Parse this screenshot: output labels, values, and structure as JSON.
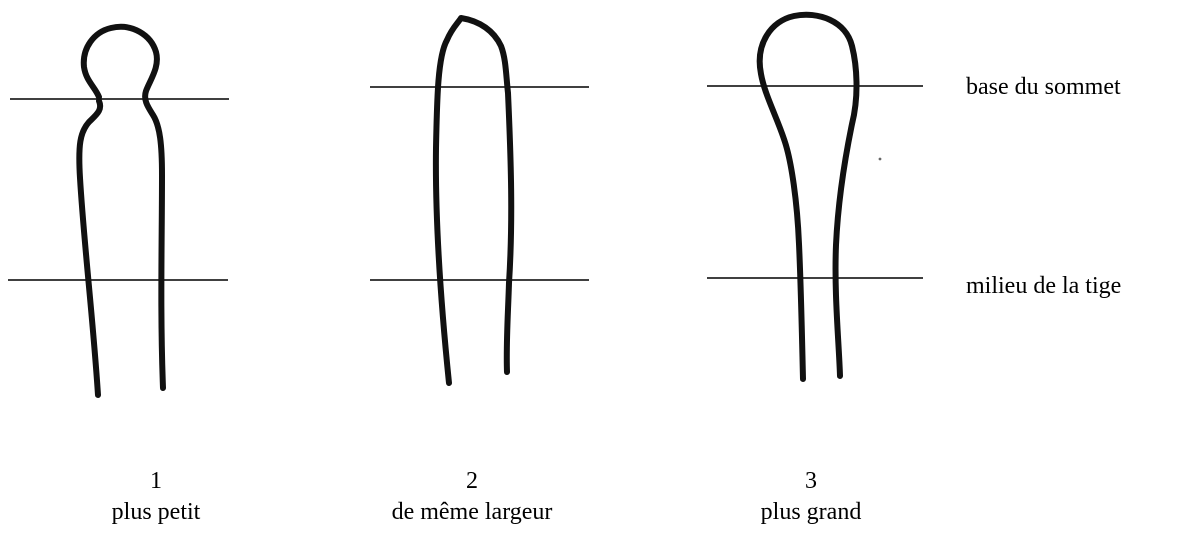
{
  "labels": {
    "top_line": "base du sommet",
    "middle_line": "milieu de la tige"
  },
  "shapes": [
    {
      "number": "1",
      "description": "plus petit",
      "shape_name": "narrow-neck-hair"
    },
    {
      "number": "2",
      "description": "de même largeur",
      "shape_name": "straight-hair"
    },
    {
      "number": "3",
      "description": "plus grand",
      "shape_name": "wide-top-hair"
    }
  ],
  "colors": {
    "stroke": "#111111",
    "guide": "#000000",
    "background": "#ffffff"
  }
}
